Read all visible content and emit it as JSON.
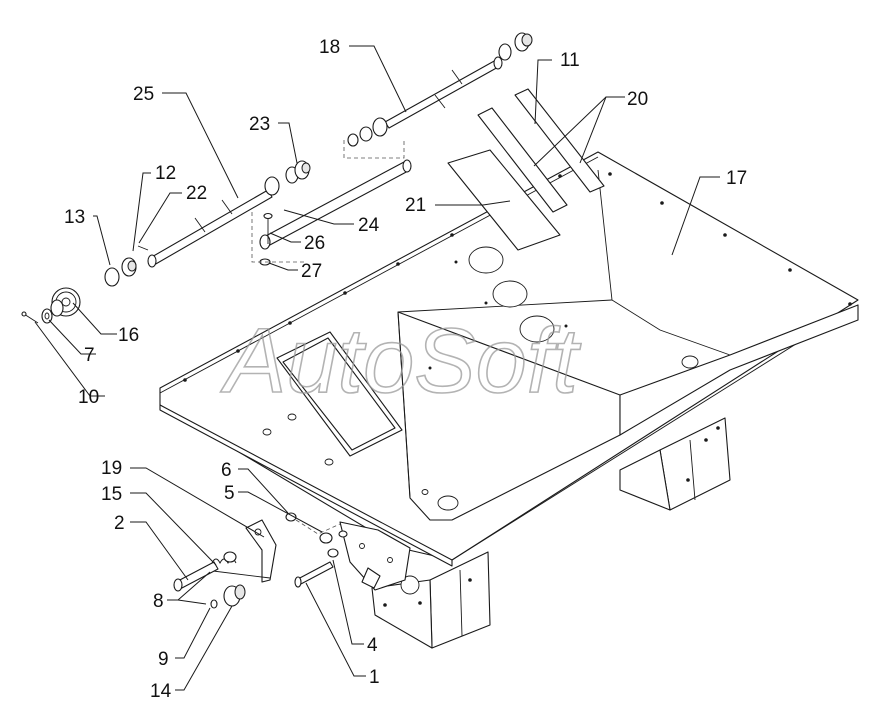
{
  "watermark": "AutoSoft",
  "callouts": {
    "c1": "1",
    "c2": "2",
    "c4": "4",
    "c5": "5",
    "c6": "6",
    "c7": "7",
    "c8": "8",
    "c9": "9",
    "c10": "10",
    "c11": "11",
    "c12": "12",
    "c13": "13",
    "c14": "14",
    "c15": "15",
    "c16": "16",
    "c17": "17",
    "c18": "18",
    "c19": "19",
    "c20": "20",
    "c21": "21",
    "c22": "22",
    "c23": "23",
    "c24": "24",
    "c25": "25",
    "c26": "26",
    "c27": "27"
  }
}
